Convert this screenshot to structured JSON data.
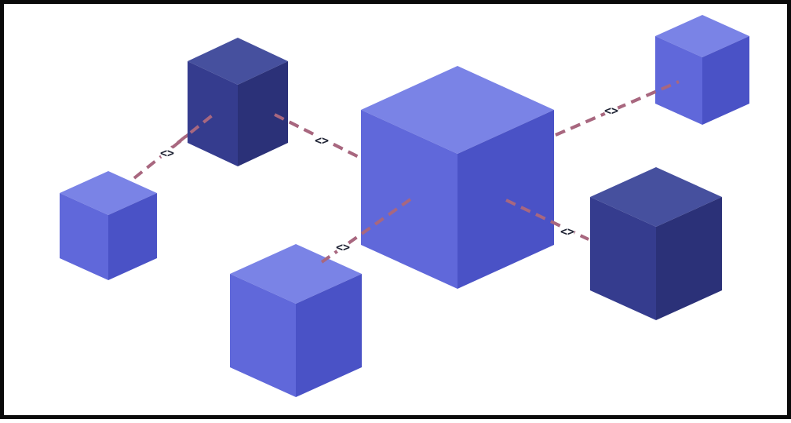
{
  "diagram": {
    "link_icon": "code-brackets-icon",
    "link_glyph": "<>",
    "line_color": "#a8677f",
    "palette": {
      "light": {
        "top": "#7a83e6",
        "left": "#6068da",
        "right": "#4a52c6"
      },
      "dark": {
        "top": "#46509e",
        "left": "#353c8e",
        "right": "#2b3178"
      }
    },
    "cubes": [
      {
        "id": "cube-center",
        "tone": "light"
      },
      {
        "id": "cube-top-left",
        "tone": "dark"
      },
      {
        "id": "cube-left",
        "tone": "light"
      },
      {
        "id": "cube-bottom-left",
        "tone": "light"
      },
      {
        "id": "cube-top-right",
        "tone": "light"
      },
      {
        "id": "cube-right",
        "tone": "dark"
      }
    ],
    "links": [
      {
        "from": "cube-left",
        "to": "cube-top-left"
      },
      {
        "from": "cube-top-left",
        "to": "cube-center"
      },
      {
        "from": "cube-center",
        "to": "cube-top-right"
      },
      {
        "from": "cube-center",
        "to": "cube-right"
      },
      {
        "from": "cube-center",
        "to": "cube-bottom-left"
      }
    ]
  }
}
